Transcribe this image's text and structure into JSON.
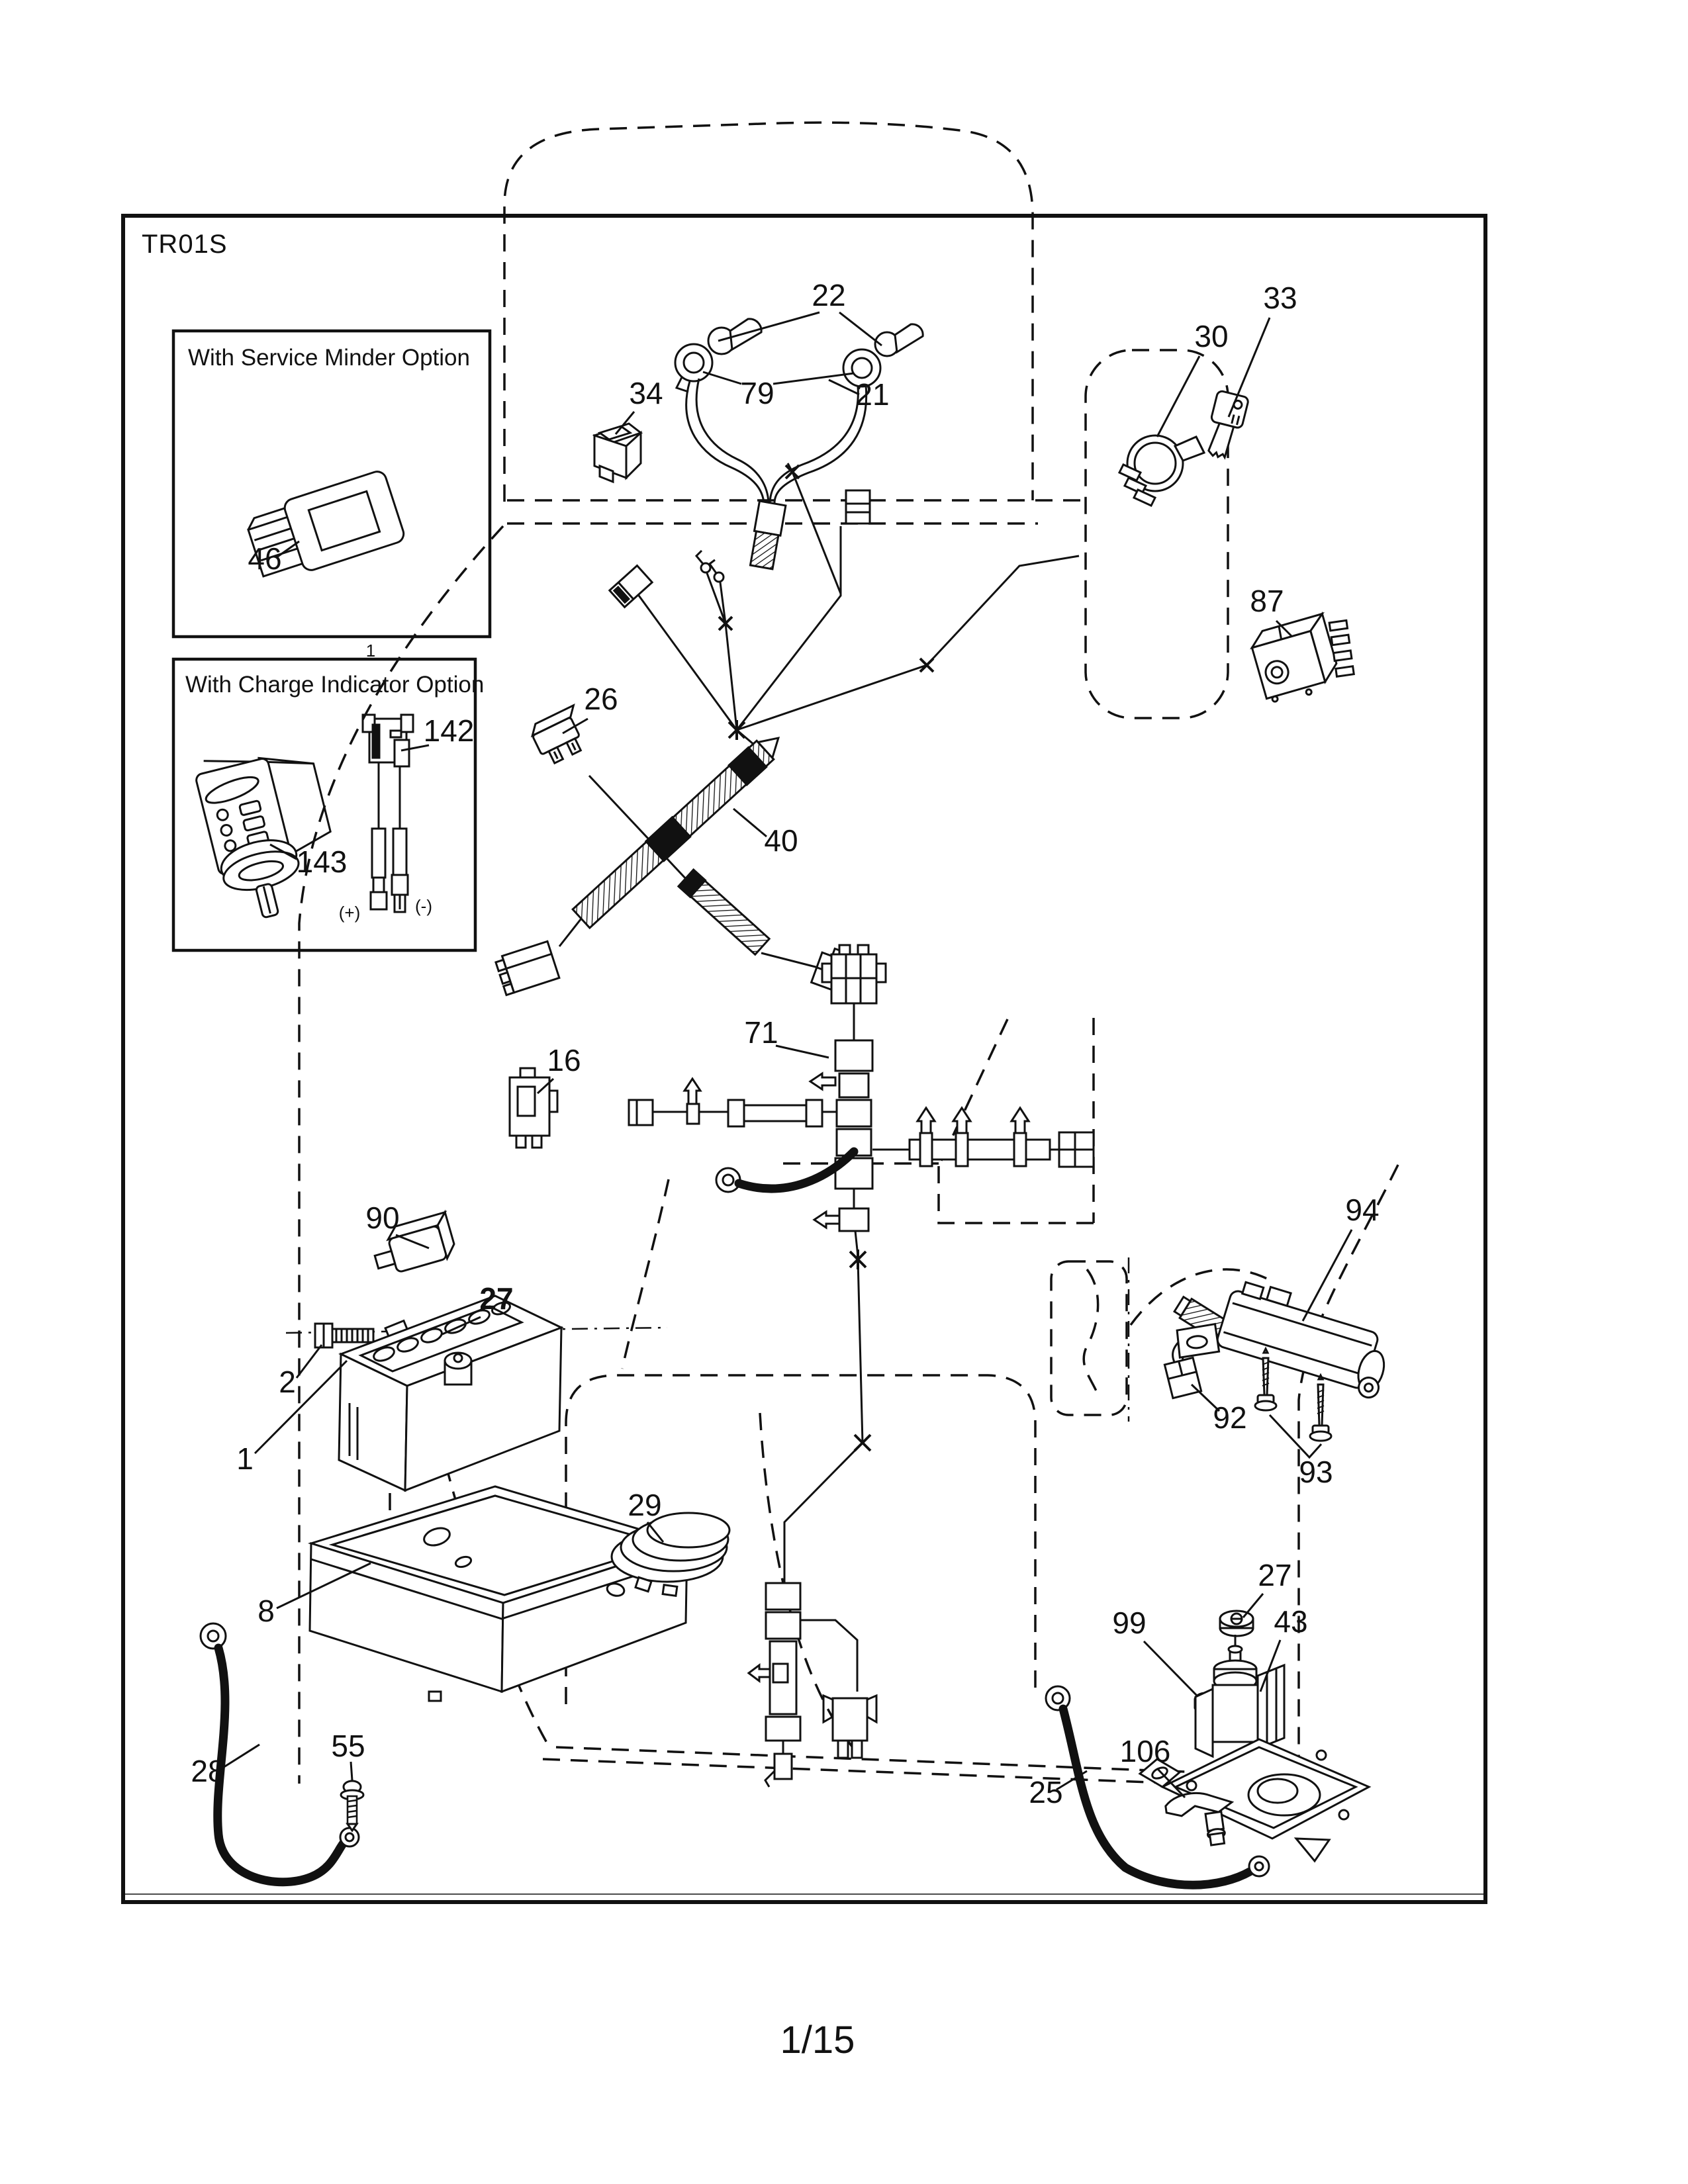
{
  "page": {
    "code": "TR01S",
    "number": "1/15",
    "footnote": "1"
  },
  "insets": {
    "service_minder": {
      "title": "With Service Minder Option"
    },
    "charge_indicator": {
      "title": "With Charge Indicator Option",
      "positive": "(+)",
      "negative": "(-)"
    }
  },
  "callouts": {
    "p22": "22",
    "p79": "79",
    "p21": "21",
    "p34": "34",
    "p30": "30",
    "p33": "33",
    "p87": "87",
    "p26": "26",
    "p40": "40",
    "p46": "46",
    "p142": "142",
    "p143": "143",
    "p16": "16",
    "p71": "71",
    "p90": "90",
    "p27_battery": "27",
    "p2": "2",
    "p1": "1",
    "p94": "94",
    "p92": "92",
    "p93": "93",
    "p8": "8",
    "p29": "29",
    "p28": "28",
    "p55": "55",
    "p25": "25",
    "p106": "106",
    "p99": "99",
    "p27_solenoid": "27",
    "p43": "43"
  },
  "colors": {
    "ink": "#111111",
    "paper": "#ffffff"
  }
}
